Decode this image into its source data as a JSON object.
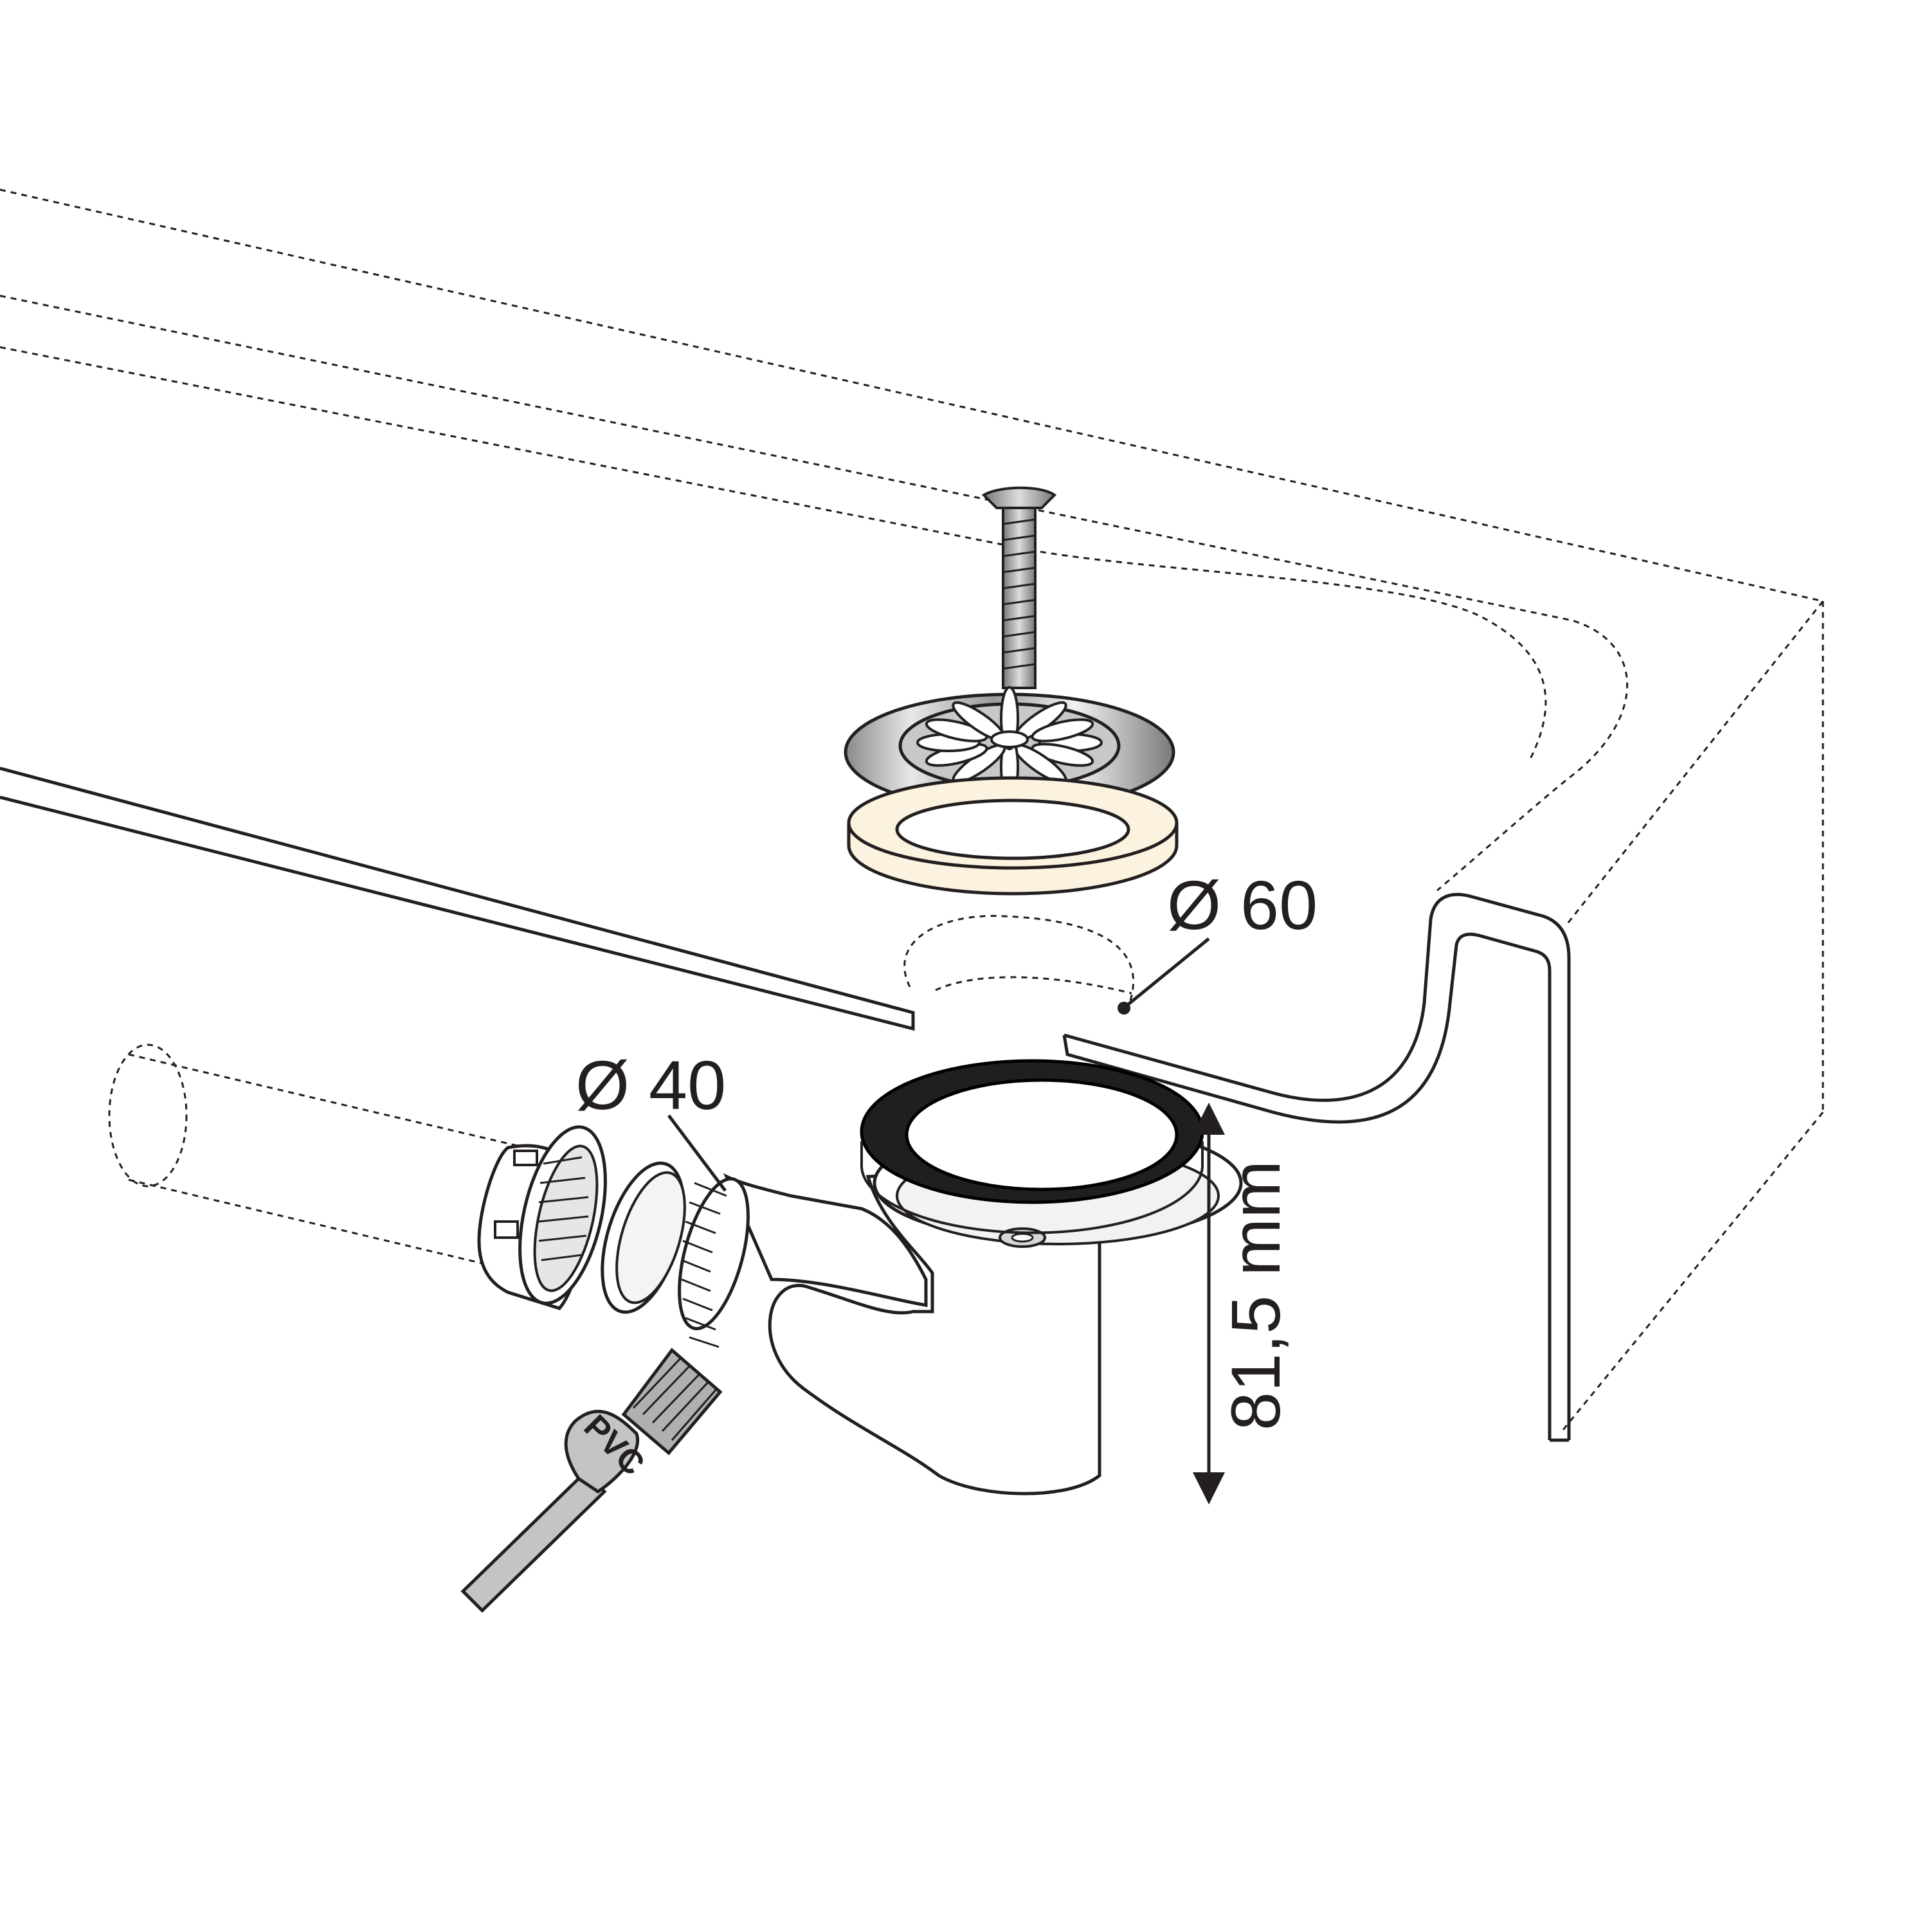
{
  "labels": {
    "outlet_diameter": "Ø 60",
    "pipe_diameter": "Ø 40",
    "height": "81,5 mm",
    "brush": "PVC"
  }
}
